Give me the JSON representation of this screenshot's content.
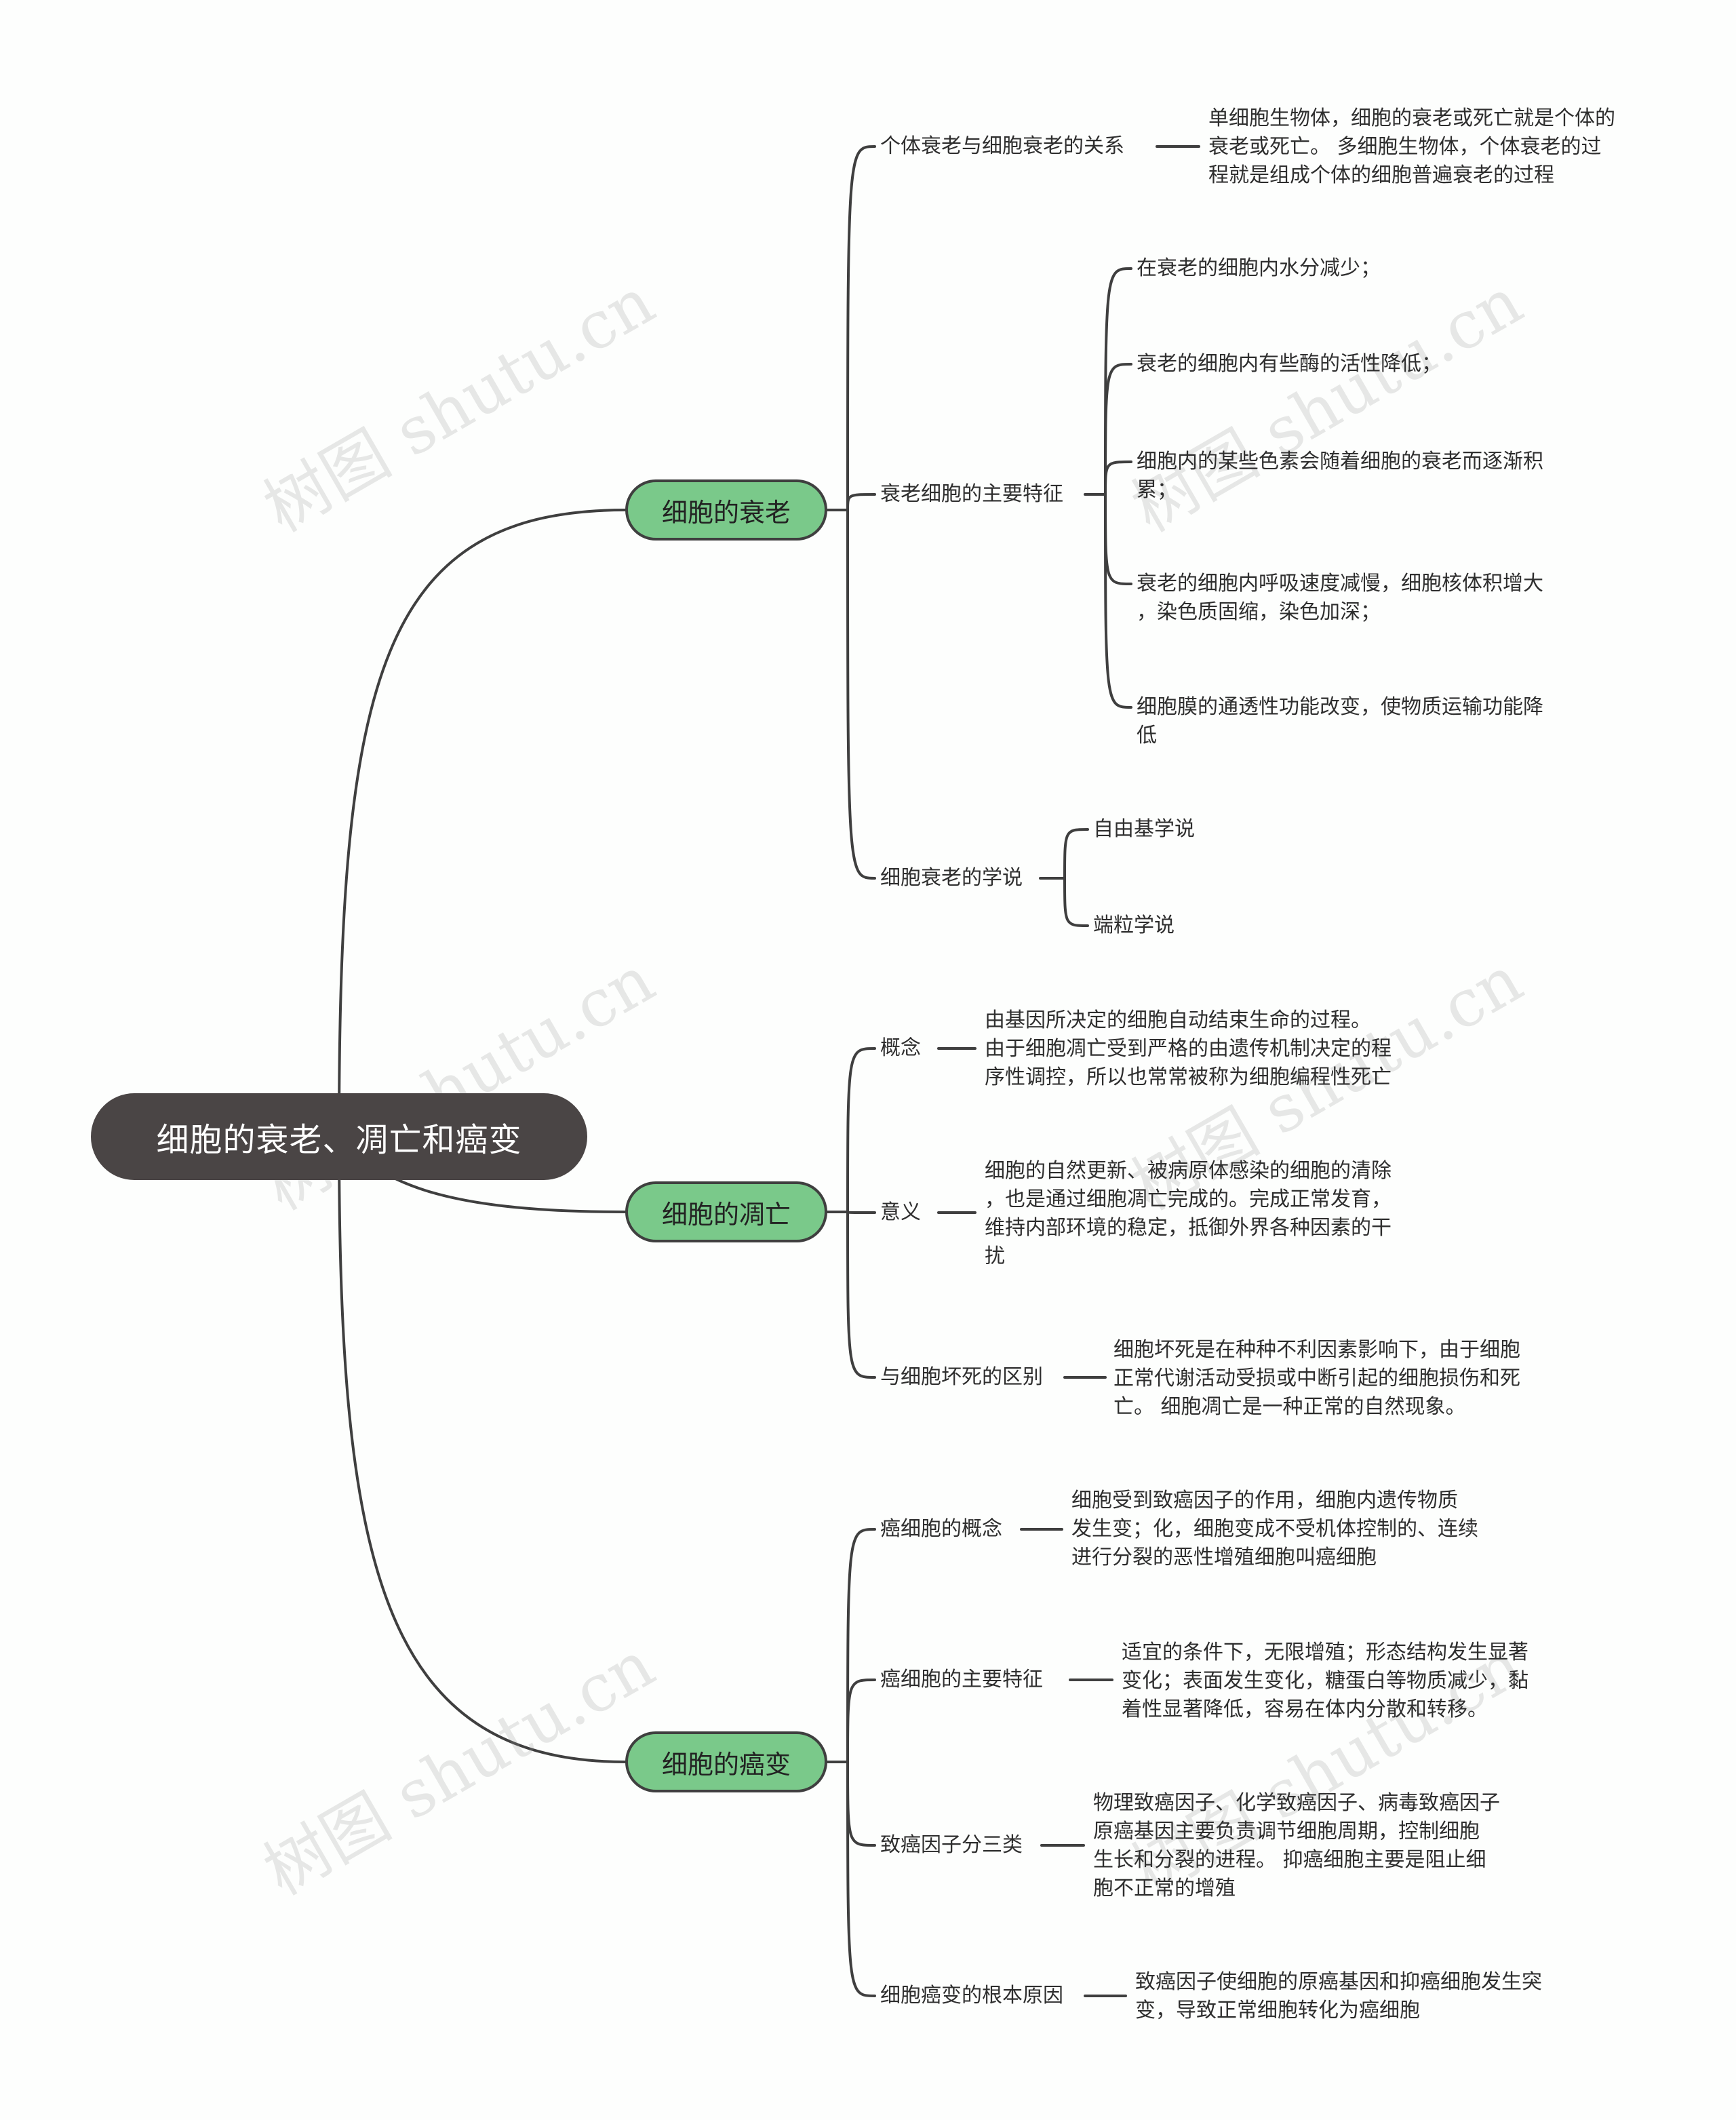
{
  "root": {
    "title": "细胞的衰老、凋亡和癌变"
  },
  "branches": [
    {
      "label": "细胞的衰老"
    },
    {
      "label": "细胞的凋亡"
    },
    {
      "label": "细胞的癌变"
    }
  ],
  "aging": {
    "relation": {
      "label": "个体衰老与细胞衰老的关系",
      "detail": [
        "单细胞生物体，细胞的衰老或死亡就是个体的",
        "衰老或死亡。 多细胞生物体，个体衰老的过",
        "程就是组成个体的细胞普遍衰老的过程"
      ]
    },
    "features": {
      "label": "衰老细胞的主要特征",
      "items": [
        [
          "在衰老的细胞内水分减少；"
        ],
        [
          "衰老的细胞内有些酶的活性降低；"
        ],
        [
          "细胞内的某些色素会随着细胞的衰老而逐渐积",
          "累；"
        ],
        [
          "衰老的细胞内呼吸速度减慢，细胞核体积增大",
          "，染色质固缩，染色加深；"
        ],
        [
          "细胞膜的通透性功能改变，使物质运输功能降",
          "低"
        ]
      ]
    },
    "theories": {
      "label": "细胞衰老的学说",
      "items": [
        "自由基学说",
        "端粒学说"
      ]
    }
  },
  "apoptosis": {
    "concept": {
      "label": "概念",
      "detail": [
        "由基因所决定的细胞自动结束生命的过程。",
        "由于细胞凋亡受到严格的由遗传机制决定的程",
        "序性调控，所以也常常被称为细胞编程性死亡"
      ]
    },
    "meaning": {
      "label": "意义",
      "detail": [
        "细胞的自然更新、被病原体感染的细胞的清除",
        "，也是通过细胞凋亡完成的。完成正常发育，",
        "维持内部环境的稳定，抵御外界各种因素的干",
        "扰"
      ]
    },
    "difference": {
      "label": "与细胞坏死的区别",
      "detail": [
        "细胞坏死是在种种不利因素影响下，由于细胞",
        "正常代谢活动受损或中断引起的细胞损伤和死",
        "亡。 细胞凋亡是一种正常的自然现象。"
      ]
    }
  },
  "cancer": {
    "concept": {
      "label": "癌细胞的概念",
      "detail": [
        " 细胞受到致癌因子的作用，细胞内遗传物质",
        "发生变；化，细胞变成不受机体控制的、连续",
        "进行分裂的恶性增殖细胞叫癌细胞"
      ]
    },
    "features": {
      "label": "癌细胞的主要特征",
      "detail": [
        "适宜的条件下，无限增殖；形态结构发生显著",
        "变化；表面发生变化，糖蛋白等物质减少，黏",
        "着性显著降低，容易在体内分散和转移。"
      ]
    },
    "factors": {
      "label": "致癌因子分三类",
      "detail": [
        "物理致癌因子、化学致癌因子、病毒致癌因子",
        " 原癌基因主要负责调节细胞周期，控制细胞",
        "生长和分裂的进程。 抑癌细胞主要是阻止细",
        "胞不正常的增殖"
      ]
    },
    "cause": {
      "label": "细胞癌变的根本原因",
      "detail": [
        "致癌因子使细胞的原癌基因和抑癌细胞发生突",
        "变，导致正常细胞转化为癌细胞"
      ]
    }
  },
  "watermark": {
    "text": "树图 shutu.cn"
  },
  "colors": {
    "root_bg": "#4a4545",
    "branch_bg": "#7ac98a",
    "line": "#3f3f3f"
  }
}
